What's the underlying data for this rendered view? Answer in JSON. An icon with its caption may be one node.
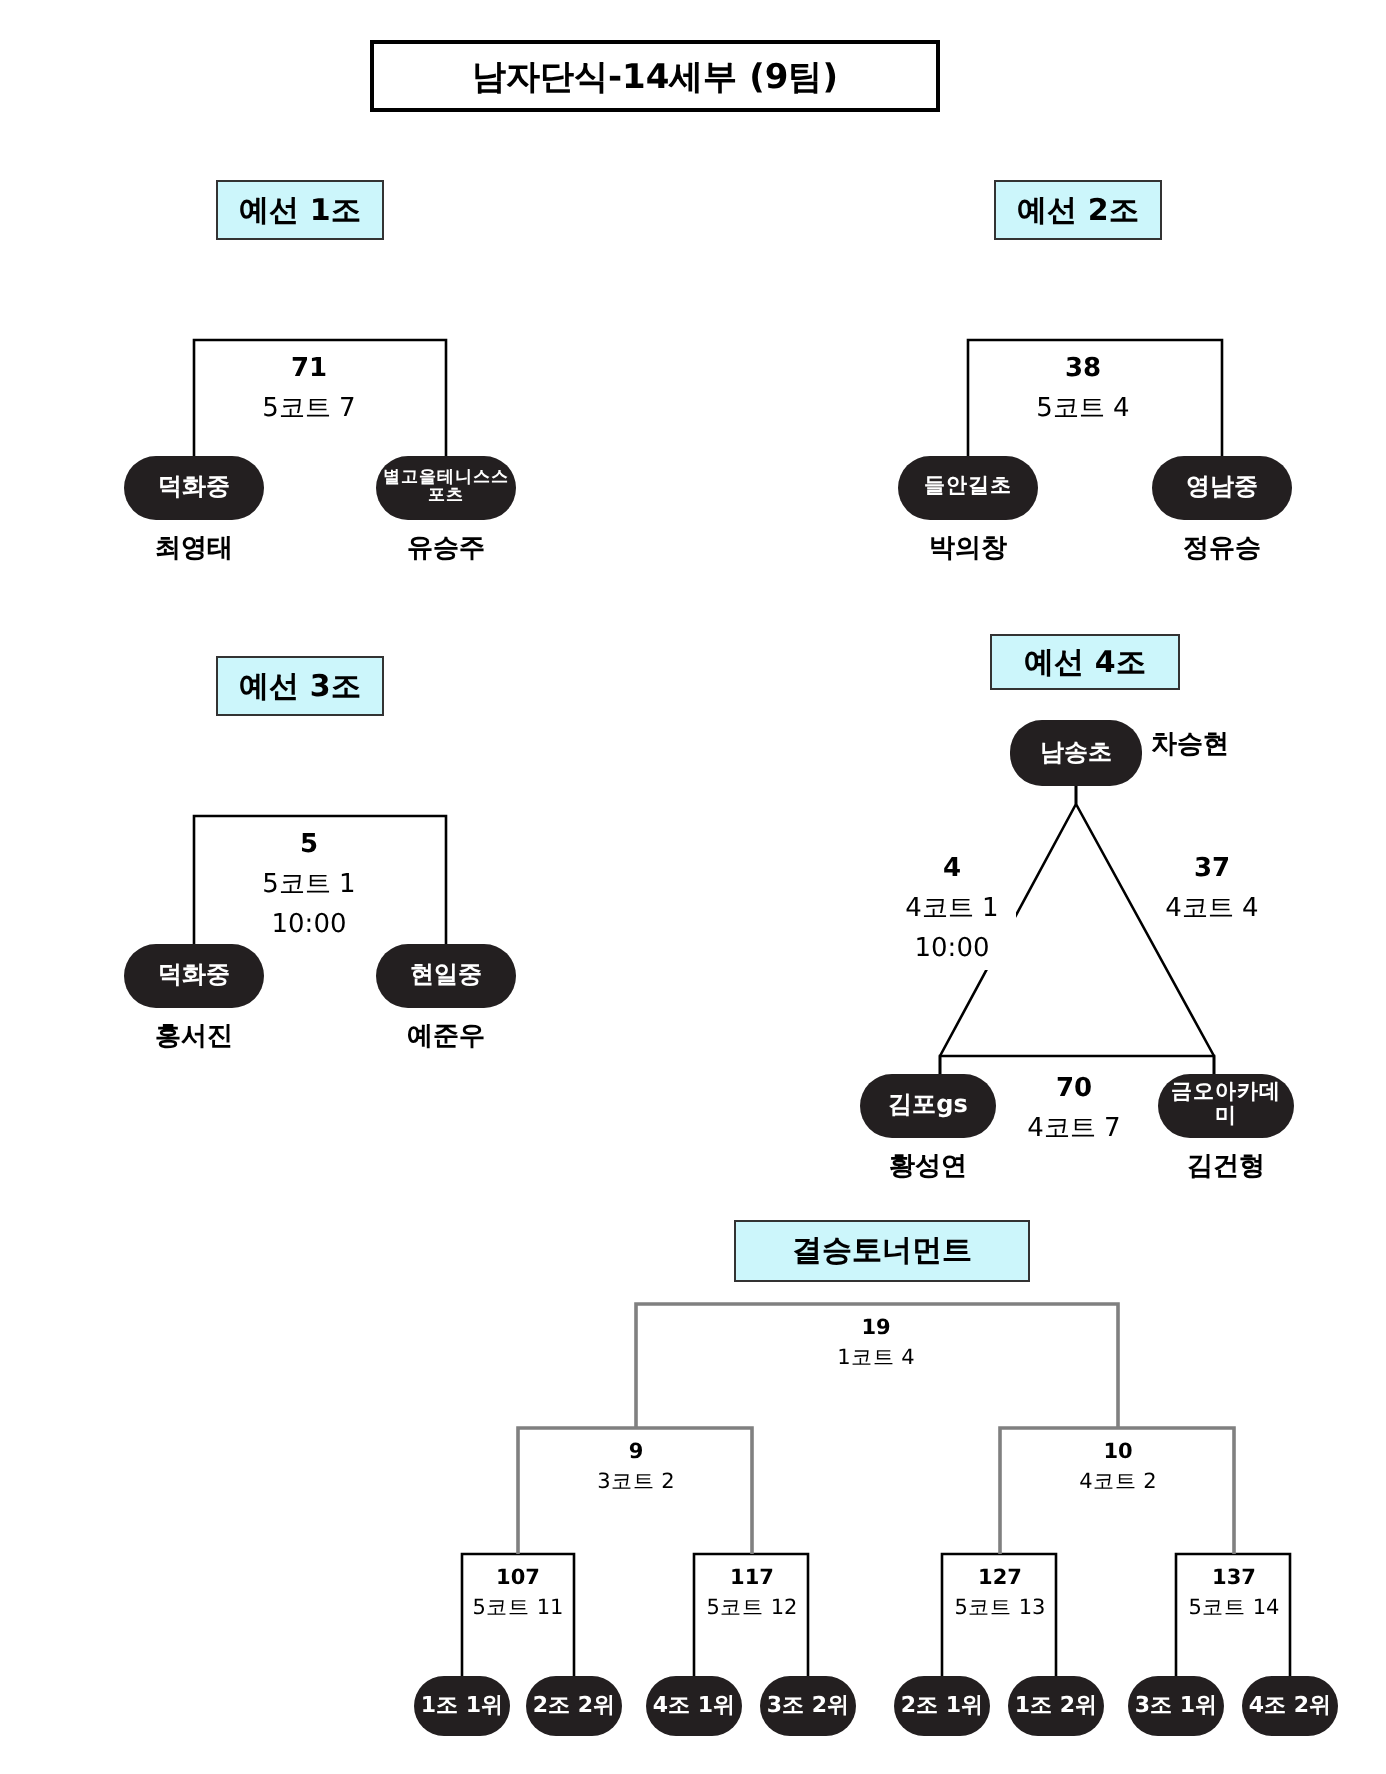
{
  "diagram": {
    "title": "남자단식-14세부 (9팀)",
    "nodes": [
      {
        "text": [
          "예선 1조"
        ]
      },
      {
        "text": [
          "71",
          "5코트 7"
        ]
      },
      {
        "text": [
          "덕화중"
        ],
        "beside": [
          "최영태"
        ]
      },
      {
        "text": [
          "별고을테니스스포츠"
        ],
        "beside": [
          "유승주"
        ]
      },
      {
        "text": [
          "예선 2조"
        ]
      },
      {
        "text": [
          "38",
          "5코트 4"
        ]
      },
      {
        "text": [
          "들안길초"
        ],
        "beside": [
          "박의창"
        ]
      },
      {
        "text": [
          "영남중"
        ],
        "beside": [
          "정유승"
        ]
      },
      {
        "text": [
          "예선 3조"
        ]
      },
      {
        "text": [
          "5",
          "5코트 1",
          "10:00"
        ]
      },
      {
        "text": [
          "덕화중"
        ],
        "beside": [
          "홍서진"
        ]
      },
      {
        "text": [
          "현일중"
        ],
        "beside": [
          "예준우"
        ]
      },
      {
        "text": [
          "예선 4조"
        ]
      },
      {
        "text": [
          "남송초"
        ],
        "beside": [
          "차승현"
        ]
      },
      {
        "text": [
          "김포gs"
        ],
        "beside": [
          "황성연"
        ]
      },
      {
        "text": [
          "금오아카데미"
        ],
        "beside": [
          "김건형"
        ]
      },
      {
        "text": [
          "결승토너먼트"
        ]
      },
      {
        "text": [
          "19",
          "1코트 4"
        ]
      },
      {
        "text": [
          "9",
          "3코트 2"
        ]
      },
      {
        "text": [
          "10",
          "4코트 2"
        ]
      },
      {
        "text": [
          "107",
          "5코트 11"
        ]
      },
      {
        "text": [
          "117",
          "5코트 12"
        ]
      },
      {
        "text": [
          "127",
          "5코트 13"
        ]
      },
      {
        "text": [
          "137",
          "5코트 14"
        ]
      },
      {
        "text": [
          "1조 1위"
        ]
      },
      {
        "text": [
          "2조 2위"
        ]
      },
      {
        "text": [
          "4조 1위"
        ]
      },
      {
        "text": [
          "3조 2위"
        ]
      },
      {
        "text": [
          "2조 1위"
        ]
      },
      {
        "text": [
          "1조 2위"
        ]
      },
      {
        "text": [
          "3조 1위"
        ]
      },
      {
        "text": [
          "4조 2위"
        ]
      }
    ],
    "edges": [
      {
        "from": 2,
        "to": 1,
        "arrow": "none"
      },
      {
        "from": 3,
        "to": 1,
        "arrow": "none"
      },
      {
        "from": 6,
        "to": 5,
        "arrow": "none"
      },
      {
        "from": 7,
        "to": 5,
        "arrow": "none"
      },
      {
        "from": 10,
        "to": 9,
        "arrow": "none"
      },
      {
        "from": 11,
        "to": 9,
        "arrow": "none"
      },
      {
        "from": 13,
        "to": 14,
        "arrow": "none",
        "label": "**4** 4코트 1 10:00"
      },
      {
        "from": 13,
        "to": 15,
        "arrow": "none",
        "label": "**37** 4코트 4"
      },
      {
        "from": 14,
        "to": 15,
        "arrow": "none",
        "label": "**70** 4코트 7"
      },
      {
        "from": 24,
        "to": 20,
        "arrow": "none"
      },
      {
        "from": 25,
        "to": 20,
        "arrow": "none"
      },
      {
        "from": 26,
        "to": 21,
        "arrow": "none"
      },
      {
        "from": 27,
        "to": 21,
        "arrow": "none"
      },
      {
        "from": 28,
        "to": 22,
        "arrow": "none"
      },
      {
        "from": 29,
        "to": 22,
        "arrow": "none"
      },
      {
        "from": 30,
        "to": 23,
        "arrow": "none"
      },
      {
        "from": 31,
        "to": 23,
        "arrow": "none"
      },
      {
        "from": 20,
        "to": 18,
        "arrow": "none",
        "color": "#808080"
      },
      {
        "from": 21,
        "to": 18,
        "arrow": "none",
        "color": "#808080"
      },
      {
        "from": 22,
        "to": 19,
        "arrow": "none",
        "color": "#808080"
      },
      {
        "from": 23,
        "to": 19,
        "arrow": "none",
        "color": "#808080"
      },
      {
        "from": 18,
        "to": 17,
        "arrow": "none",
        "color": "#808080"
      },
      {
        "from": 19,
        "to": 17,
        "arrow": "none",
        "color": "#808080"
      }
    ]
  }
}
